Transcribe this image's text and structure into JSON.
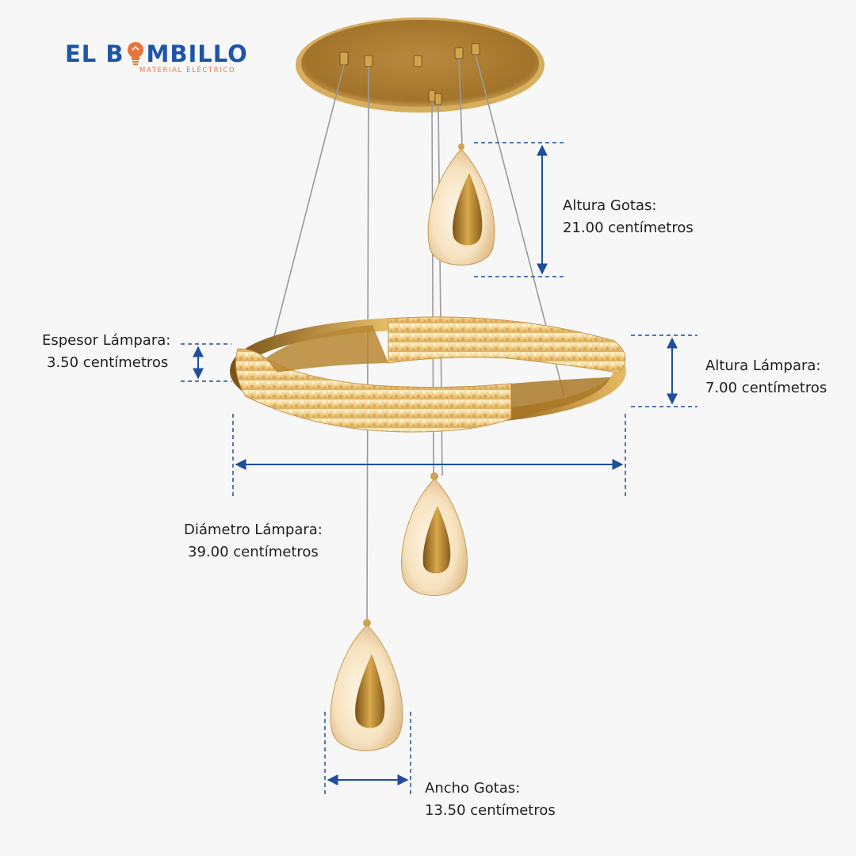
{
  "brand": {
    "name_left": "EL B",
    "name_right": "MBILLO",
    "tagline": "MATERIAL ELÉCTRICO",
    "colors": {
      "primary": "#1d55a8",
      "accent": "#e7763c"
    },
    "icon": "light-bulb-icon"
  },
  "dimensions": [
    {
      "id": "altura-gotas",
      "label": "Altura Gotas:",
      "value": "21.00 centímetros"
    },
    {
      "id": "espesor-lampara",
      "label": "Espesor Lámpara:",
      "value": "3.50 centímetros"
    },
    {
      "id": "altura-lampara",
      "label": "Altura Lámpara:",
      "value": "7.00 centímetros"
    },
    {
      "id": "diametro-lampara",
      "label": "Diámetro Lámpara:",
      "value": "39.00 centímetros"
    },
    {
      "id": "ancho-gotas",
      "label": "Ancho Gotas:",
      "value": "13.50 centímetros"
    }
  ],
  "colors": {
    "dimension_line": "#1f4f9a",
    "gold": "#c8962e",
    "background": "#f7f7f7"
  }
}
